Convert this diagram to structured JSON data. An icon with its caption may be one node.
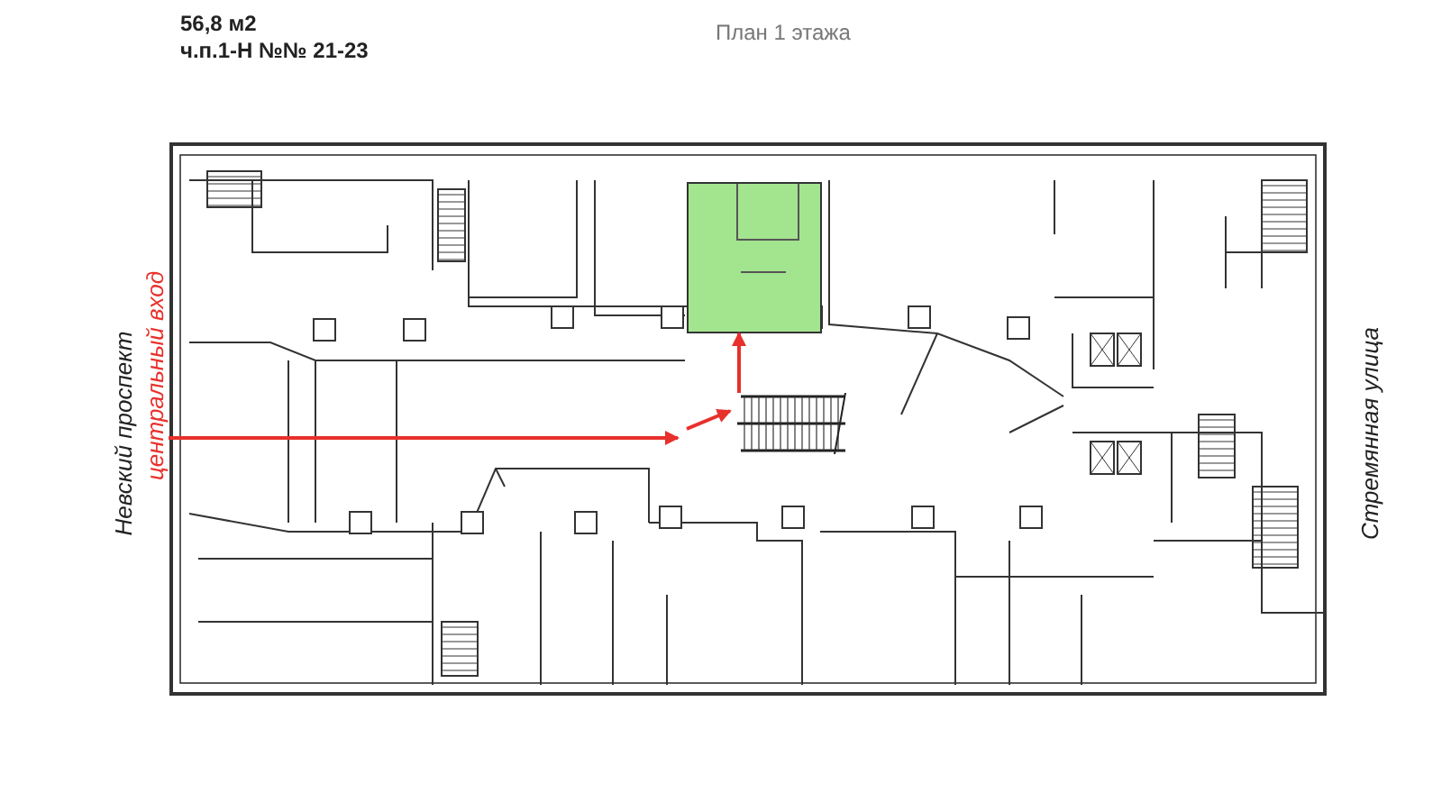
{
  "diagram": {
    "title": "План 1 этажа",
    "nodes": [
      {
        "text": [
          "центральный вход"
        ]
      },
      {
        "text": [],
        "shape": "box"
      },
      {
        "text": [],
        "shape": "escalator"
      }
    ],
    "edges": [
      {
        "from": 0,
        "to": null,
        "arrow": "to",
        "color": "#e8302c"
      },
      {
        "from": null,
        "to": 2,
        "arrow": "to",
        "color": "#e8302c"
      },
      {
        "from": 2,
        "to": 1,
        "arrow": "to",
        "color": "#e8302c"
      }
    ],
    "labels": [
      "56,8 м2",
      "ч.п.1-Н №№ 21-23",
      "Невский проспект",
      "Стремянная улица"
    ]
  }
}
